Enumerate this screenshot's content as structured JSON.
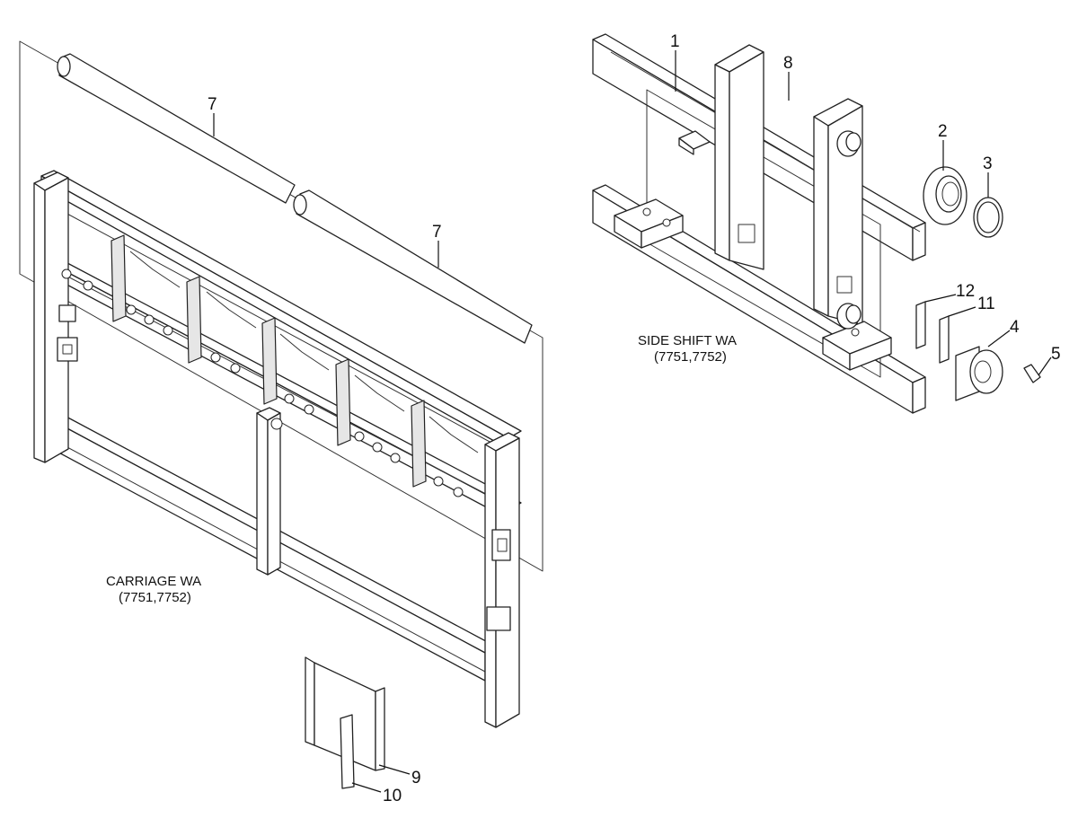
{
  "diagram": {
    "callouts": [
      {
        "id": "callout-7a",
        "text": "7"
      },
      {
        "id": "callout-7b",
        "text": "7"
      },
      {
        "id": "callout-1",
        "text": "1"
      },
      {
        "id": "callout-8",
        "text": "8"
      },
      {
        "id": "callout-2",
        "text": "2"
      },
      {
        "id": "callout-3",
        "text": "3"
      },
      {
        "id": "callout-12",
        "text": "12"
      },
      {
        "id": "callout-11",
        "text": "11"
      },
      {
        "id": "callout-4",
        "text": "4"
      },
      {
        "id": "callout-5",
        "text": "5"
      },
      {
        "id": "callout-9",
        "text": "9"
      },
      {
        "id": "callout-10",
        "text": "10"
      }
    ],
    "captions": {
      "side_shift": {
        "line1": "SIDE SHIFT WA",
        "line2": "(7751,7752)"
      },
      "carriage": {
        "line1": "CARRIAGE WA",
        "line2": "(7751,7752)"
      }
    }
  }
}
